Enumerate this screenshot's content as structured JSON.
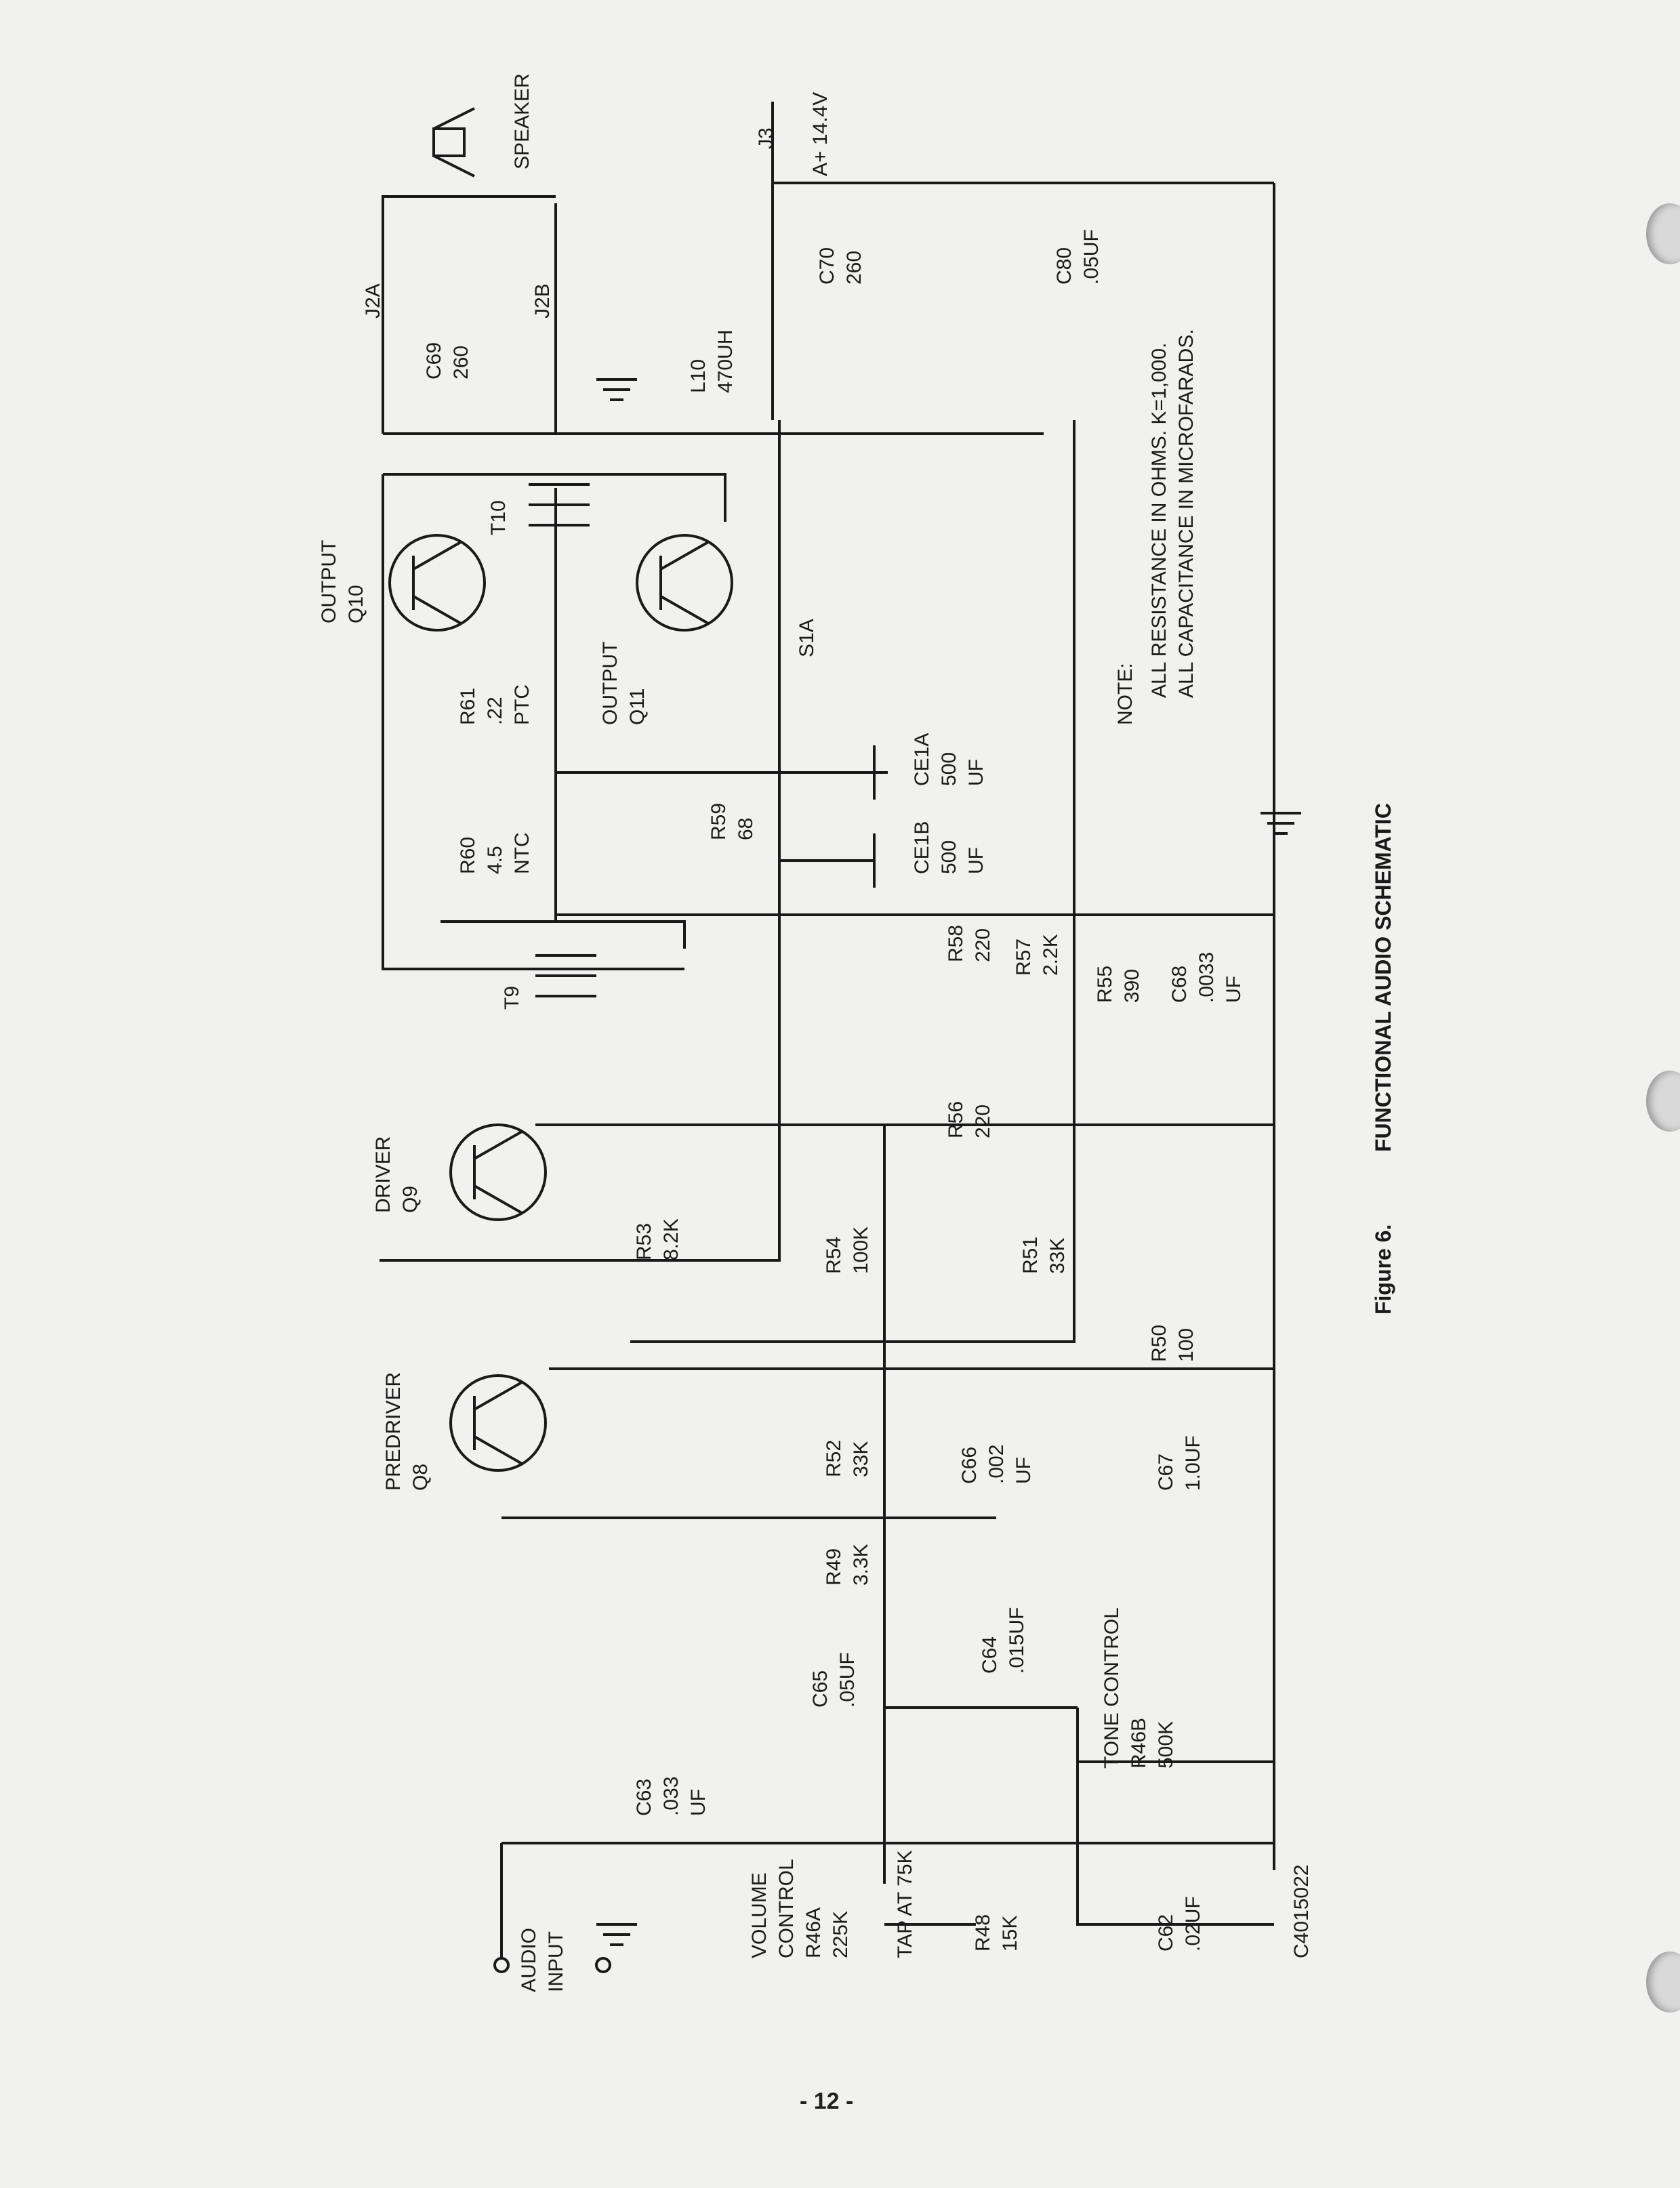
{
  "caption": {
    "figure": "Figure 6.",
    "title": "FUNCTIONAL AUDIO SCHEMATIC"
  },
  "page_number": "- 12 -",
  "drawing_number": "C4015022",
  "notes": [
    "NOTE:",
    "ALL RESISTANCE IN OHMS. K=1,000.",
    "ALL CAPACITANCE IN MICROFARADS."
  ],
  "labels": {
    "audio_input": [
      "AUDIO",
      "INPUT"
    ],
    "volume": [
      "VOLUME",
      "CONTROL",
      "R46A",
      "225K"
    ],
    "tap": "TAP AT 75K",
    "tone": [
      "TONE CONTROL",
      "R46B",
      "500K"
    ],
    "c63": [
      "C63",
      ".033",
      "UF"
    ],
    "r48": [
      "R48",
      "15K"
    ],
    "c62": [
      "C62",
      ".02UF"
    ],
    "c65": [
      "C65",
      ".05UF"
    ],
    "c64": [
      "C64",
      ".015UF"
    ],
    "r49": [
      "R49",
      "3.3K"
    ],
    "c66": [
      "C66",
      ".002",
      "UF"
    ],
    "r52": [
      "R52",
      "33K"
    ],
    "c67": [
      "C67",
      "1.0UF"
    ],
    "r50": [
      "R50",
      "100"
    ],
    "r54": [
      "R54",
      "100K"
    ],
    "r51": [
      "R51",
      "33K"
    ],
    "r53": [
      "R53",
      "8.2K"
    ],
    "r56": [
      "R56",
      "220"
    ],
    "r55": [
      "R55",
      "390"
    ],
    "c68": [
      "C68",
      ".0033",
      "UF"
    ],
    "r57": [
      "R57",
      "2.2K"
    ],
    "r58": [
      "R58",
      "220"
    ],
    "r59": [
      "R59",
      "68"
    ],
    "ce1b": [
      "CE1B",
      "500",
      "UF"
    ],
    "ce1a": [
      "CE1A",
      "500",
      "UF"
    ],
    "r60": [
      "R60",
      "4.5",
      "NTC"
    ],
    "r61": [
      "R61",
      ".22",
      "PTC"
    ],
    "predriver": [
      "PREDRIVER",
      "Q8"
    ],
    "driver": [
      "DRIVER",
      "Q9"
    ],
    "output_q10": [
      "OUTPUT",
      "Q10"
    ],
    "output_q11": [
      "OUTPUT",
      "Q11"
    ],
    "t9": "T9",
    "t10": "T10",
    "s1a": "S1A",
    "l10": [
      "L10",
      "470UH"
    ],
    "c69": [
      "C69",
      "260"
    ],
    "c70": [
      "C70",
      "260"
    ],
    "c80": [
      "C80",
      ".05UF"
    ],
    "j2a": "J2A",
    "j2b": "J2B",
    "j3": "J3",
    "aplus": "A+ 14.4V",
    "speaker": "SPEAKER"
  }
}
